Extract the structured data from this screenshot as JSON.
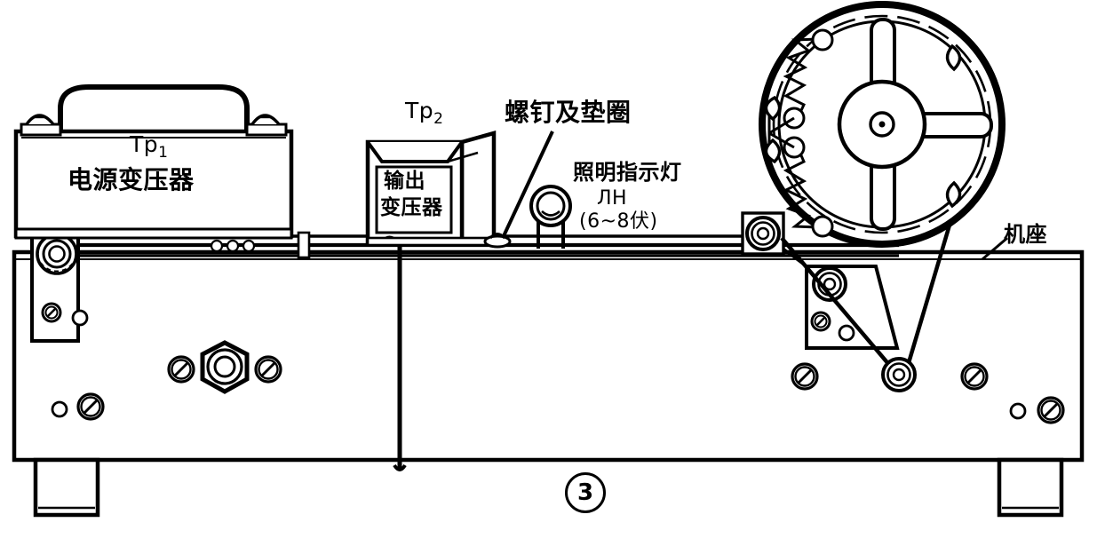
{
  "figure": {
    "number": "3",
    "kind": "mechanical-assembly-diagram"
  },
  "labels": {
    "power_transformer_tag": "Tp",
    "power_transformer_sub": "1",
    "power_transformer_name": "电源变压器",
    "output_transformer_tag": "Tp",
    "output_transformer_sub": "2",
    "output_transformer_name_line1": "输出",
    "output_transformer_name_line2": "变压器",
    "screw_washer": "螺钉及垫圈",
    "lamp_name": "照明指示灯",
    "lamp_code": "ЛH",
    "lamp_rating": "(6~8伏)",
    "chassis": "机座"
  },
  "icons": {
    "power_transformer": "transformer-icon",
    "output_transformer": "transformer-icon",
    "indicator_lamp": "lamp-icon",
    "flywheel": "flywheel-icon",
    "governor_spring": "spring-icon",
    "drive_belt": "belt-icon",
    "pulley": "pulley-icon",
    "slotted_screw": "slotted-screw-icon",
    "hex_nut": "hex-nut-icon",
    "bracket": "bracket-icon",
    "chassis_leg": "leg-icon"
  },
  "colors": {
    "ink": "#000000",
    "paper": "#ffffff"
  }
}
